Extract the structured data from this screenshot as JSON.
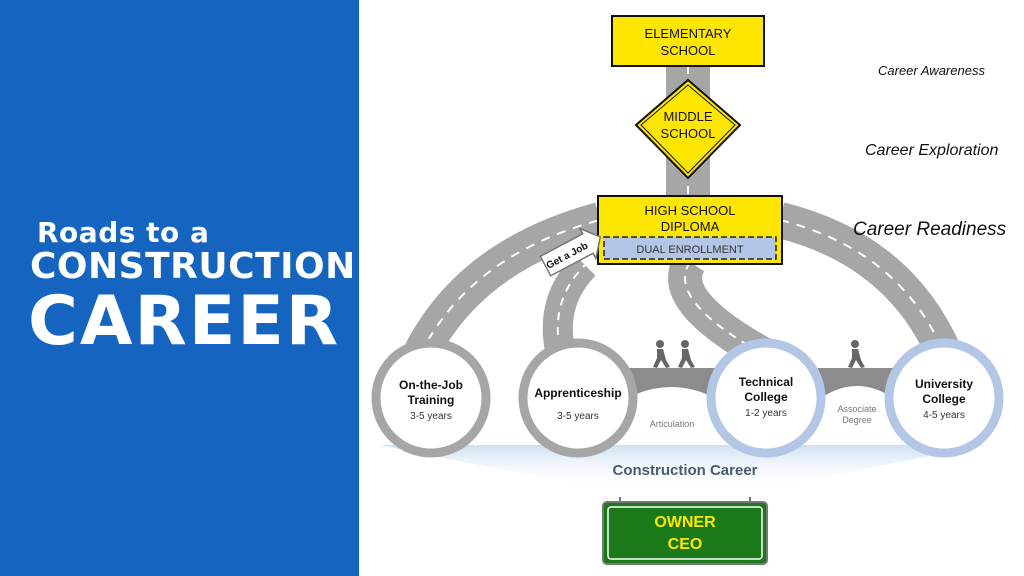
{
  "title": {
    "line1": "Roads to a",
    "line2": "CONSTRUCTION",
    "line3": "CAREER"
  },
  "stages": {
    "awareness": "Career Awareness",
    "exploration": "Career Exploration",
    "readiness": "Career Readiness"
  },
  "schools": {
    "elementary": [
      "ELEMENTARY",
      "SCHOOL"
    ],
    "middle": [
      "MIDDLE",
      "SCHOOL"
    ],
    "high": [
      "HIGH SCHOOL",
      "DIPLOMA"
    ],
    "dual_enrollment": "DUAL ENROLLMENT"
  },
  "get_a_job": "Get a Job",
  "paths": [
    {
      "name": [
        "On-the-Job",
        "Training"
      ],
      "years": "3-5 years"
    },
    {
      "name": [
        "Apprenticeship"
      ],
      "years": "3-5 years"
    },
    {
      "name": [
        "Technical",
        "College"
      ],
      "years": "1-2 years"
    },
    {
      "name": [
        "University",
        "College"
      ],
      "years": "4-5 years"
    }
  ],
  "bridges": {
    "articulation": "Articulation",
    "associate_degree": [
      "Associate",
      "Degree"
    ]
  },
  "construction_career": "Construction Career",
  "sign": [
    "OWNER",
    "CEO"
  ],
  "colors": {
    "blue_panel": "#1565c0",
    "road": "#a6a6a6",
    "yellow_sign": "#ffe600",
    "green_sign": "#1a7a1a",
    "college_ring": "#b3c6e6"
  }
}
